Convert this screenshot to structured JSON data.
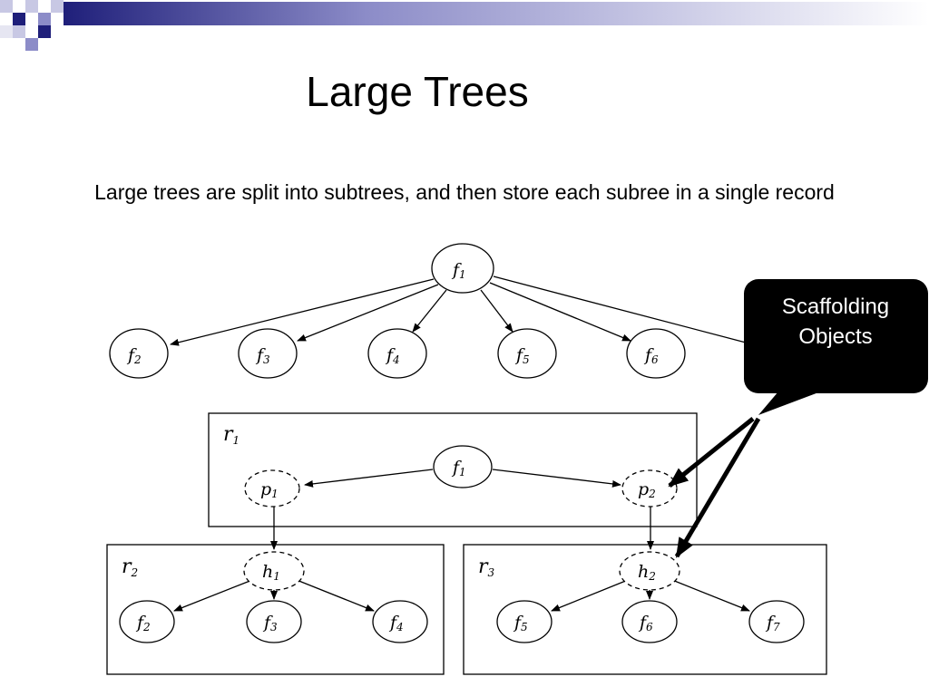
{
  "slide": {
    "title": "Large Trees",
    "subtitle": "Large trees are split into subtrees, and then store each subree in a single record"
  },
  "callout": {
    "line1": "Scaffolding",
    "line2": "Objects",
    "bg_color": "#000000",
    "text_color": "#ffffff"
  },
  "top_tree": {
    "root": {
      "base": "f",
      "sub": "1"
    },
    "children": [
      {
        "base": "f",
        "sub": "2"
      },
      {
        "base": "f",
        "sub": "3"
      },
      {
        "base": "f",
        "sub": "4"
      },
      {
        "base": "f",
        "sub": "5"
      },
      {
        "base": "f",
        "sub": "6"
      }
    ]
  },
  "subtrees": {
    "r1": {
      "label_base": "r",
      "label_sub": "1",
      "root": {
        "base": "f",
        "sub": "1"
      },
      "left": {
        "base": "p",
        "sub": "1"
      },
      "right": {
        "base": "p",
        "sub": "2"
      }
    },
    "r2": {
      "label_base": "r",
      "label_sub": "2",
      "root": {
        "base": "h",
        "sub": "1"
      },
      "children": [
        {
          "base": "f",
          "sub": "2"
        },
        {
          "base": "f",
          "sub": "3"
        },
        {
          "base": "f",
          "sub": "4"
        }
      ]
    },
    "r3": {
      "label_base": "r",
      "label_sub": "3",
      "root": {
        "base": "h",
        "sub": "2"
      },
      "children": [
        {
          "base": "f",
          "sub": "5"
        },
        {
          "base": "f",
          "sub": "6"
        },
        {
          "base": "f",
          "sub": "7"
        }
      ]
    }
  },
  "colors": {
    "banner_dark": "#1f1f7a",
    "banner_mid": "#8c8cc8",
    "banner_light": "#e6e6f2"
  }
}
